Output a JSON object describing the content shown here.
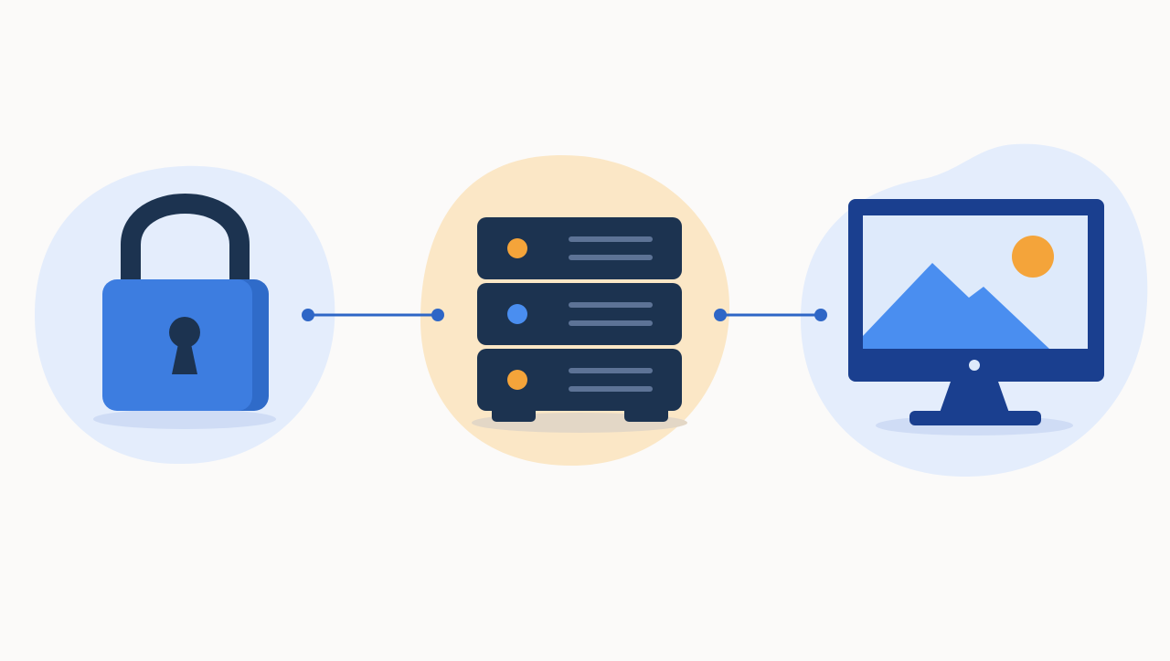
{
  "diagram": {
    "nodes": [
      {
        "id": "lock",
        "icon": "padlock-icon",
        "blob_color": "#e4edfc"
      },
      {
        "id": "server",
        "icon": "server-stack-icon",
        "blob_color": "#fbe7c6"
      },
      {
        "id": "display",
        "icon": "monitor-image-icon",
        "blob_color": "#e4edfc"
      }
    ],
    "connectors": [
      {
        "from": "lock",
        "to": "server"
      },
      {
        "from": "server",
        "to": "display"
      }
    ]
  },
  "colors": {
    "background": "#fbfaf9",
    "lock_body": "#3d7de0",
    "lock_body_side": "#2f6bc9",
    "lock_shackle": "#1c3350",
    "keyhole": "#1c3350",
    "server_unit": "#1c3350",
    "server_line": "#5d7396",
    "server_led_orange": "#f4a43a",
    "server_led_blue": "#4a8ef0",
    "monitor_frame": "#1a3f8f",
    "monitor_screen": "#deeafb",
    "mountain": "#4a8ef0",
    "sun": "#f4a43a",
    "connector": "#2e66c6",
    "shadow": "#cfdcf5"
  }
}
